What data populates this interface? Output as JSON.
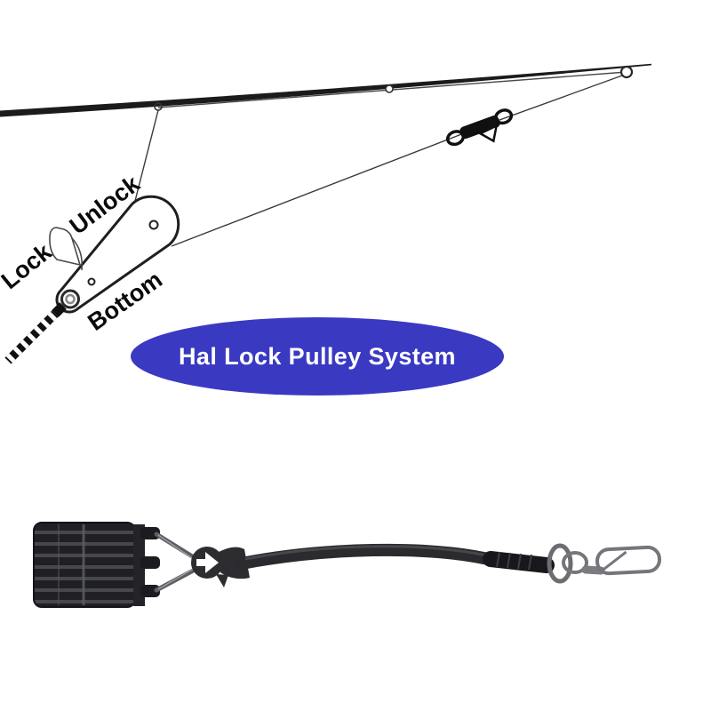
{
  "badge": {
    "label": "Hal Lock Pulley System",
    "bg_color": "#3a39c2",
    "text_color": "#ffffff"
  },
  "diagram": {
    "labels": {
      "lock": "Lock",
      "unlock": "Unlock",
      "bottom": "Bottom"
    },
    "ink_color": "#1c1c1c",
    "parts": [
      "outrigger-pole",
      "halyard-line",
      "pole-junction-ring",
      "pole-guide-ring",
      "pole-tip-ring",
      "release-clip",
      "hal-lock-cam-cleat",
      "lock-lever",
      "cleat-end-ring",
      "rope-tail"
    ]
  },
  "product": {
    "parts": [
      "pulley-block",
      "mount-bracket",
      "wire-bridle",
      "eye-thimble",
      "shock-cord",
      "whipped-wrap",
      "split-ring",
      "swivel-barrel",
      "snap-clip"
    ],
    "cord_color": "#2b2b2f",
    "metal_color": "#73737a"
  }
}
